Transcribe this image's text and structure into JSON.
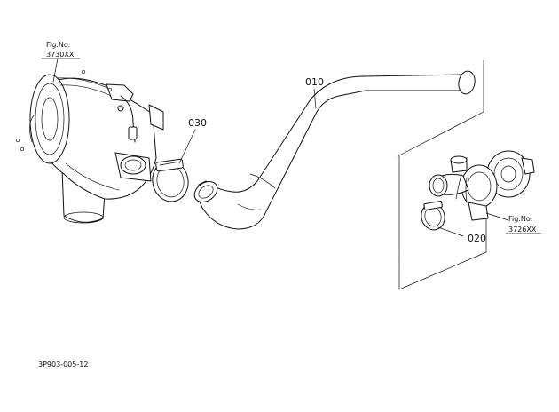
{
  "fig_refs": {
    "air_cleaner": {
      "label": "Fig.No.",
      "number": "3730XX"
    },
    "turbocharger": {
      "label": "Fig.No.",
      "number": "3726XX"
    }
  },
  "parts": [
    {
      "ref": "010",
      "name": "hose"
    },
    {
      "ref": "020",
      "name": "clamp"
    },
    {
      "ref": "030",
      "name": "clamp"
    }
  ],
  "icons": [
    "air-cleaner-icon",
    "hose-icon",
    "hose-clamp-icon",
    "turbocharger-icon"
  ],
  "footer": {
    "drawing_code": "3P903-005-12"
  }
}
